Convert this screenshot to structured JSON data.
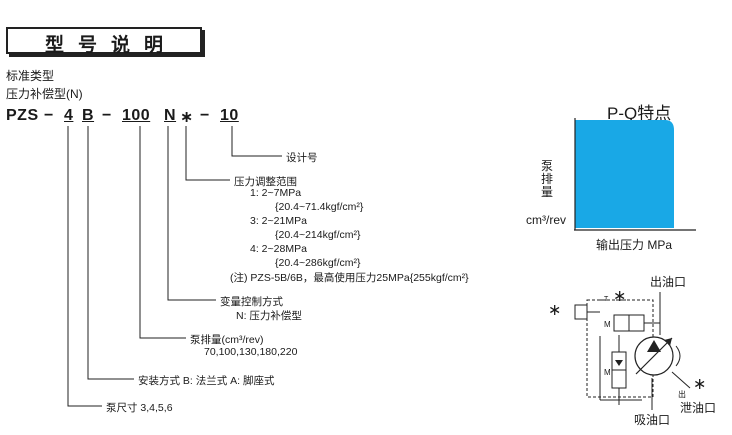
{
  "title": "型号说明",
  "standard_type": "标准类型",
  "comp_type": "压力补偿型(N)",
  "model": {
    "prefix": "PZS",
    "dash1": "−",
    "size": "4",
    "mount": "B",
    "dash2": "−",
    "flow": "100",
    "ctrl": "N",
    "star": "∗",
    "dash3": "−",
    "design": "10"
  },
  "descriptions": {
    "design_no": "设计号",
    "pressure_range": "压力调整范围",
    "range1": "1:  2~7MPa",
    "range1_kgf": "{20.4~71.4kgf/cm²}",
    "range3": "3:  2~21MPa",
    "range3_kgf": "{20.4~214kgf/cm²}",
    "range4": "4:  2~28MPa",
    "range4_kgf": "{20.4~286kgf/cm²}",
    "note": "(注) PZS-5B/6B，最高使用压力25MPa{255kgf/cm²}",
    "ctrl_method": "变量控制方式",
    "ctrl_n": "N: 压力补偿型",
    "displacement": "泵排量(cm³/rev)",
    "displacement_values": "70,100,130,180,220",
    "mount_method": "安装方式   B: 法兰式    A: 脚座式",
    "pump_size": "泵尺寸   3,4,5,6"
  },
  "pq_chart": {
    "title": "P-Q特点",
    "ylabel": "泵排量",
    "yunit": "cm³/rev",
    "xlabel": "输出压力   MPa",
    "fill_color": "#19a8e6"
  },
  "circuit": {
    "outlet": "出油口",
    "drain": "泄油口",
    "drain_small": "出",
    "suction": "吸油口",
    "star_left": "∗",
    "star_top": "∗",
    "star_right": "∗",
    "port_t": "T",
    "m_upper": "M",
    "m_lower": "M"
  }
}
